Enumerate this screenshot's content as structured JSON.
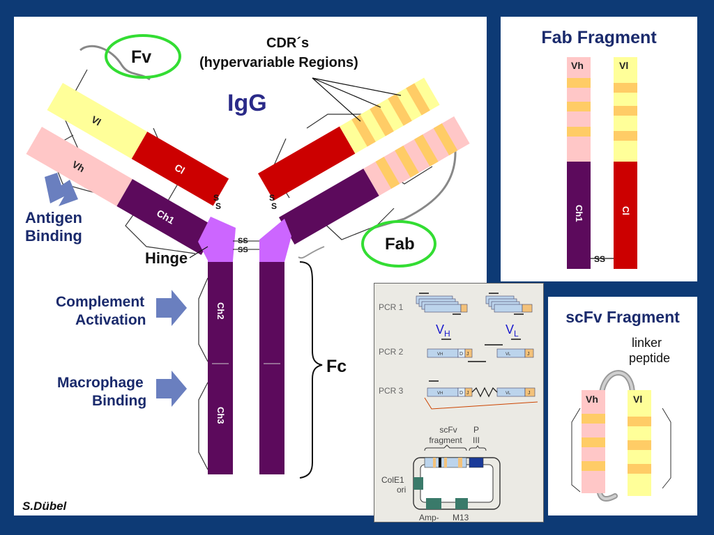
{
  "igg": {
    "title": "IgG",
    "fv": "Fv",
    "cdr_line1": "CDR´s",
    "cdr_line2": "(hypervariable Regions)",
    "vl": "Vl",
    "vh": "Vh",
    "cl": "Cl",
    "ch1": "Ch1",
    "ch2": "Ch2",
    "ch3": "Ch3",
    "ss": "S",
    "ss_h": "SS",
    "antigen_line1": "Antigen",
    "antigen_line2": "Binding",
    "hinge": "Hinge",
    "complement_line1": "Complement",
    "complement_line2": "Activation",
    "macrophage_line1": "Macrophage",
    "macrophage_line2": "Binding",
    "fab": "Fab",
    "fc": "Fc",
    "author": "S.Dübel"
  },
  "fab_fragment": {
    "title": "Fab Fragment",
    "vh": "Vh",
    "vl": "Vl",
    "ch1": "Ch1",
    "cl": "Cl",
    "ss": "SS"
  },
  "pcr": {
    "pcr1": "PCR 1",
    "pcr2": "PCR 2",
    "pcr3": "PCR 3",
    "vh_main": "V",
    "vh_sub": "H",
    "vl_main": "V",
    "vl_sub": "L",
    "vh_small": "VH",
    "vl_small": "VL",
    "d": "D",
    "j": "J",
    "scfv_line1": "scFv",
    "scfv_line2": "fragment",
    "p_line1": "P",
    "p_line2": "III",
    "cole1_line1": "ColE1",
    "cole1_line2": "ori",
    "amp": "Amp-",
    "m13": "M13"
  },
  "scfv_fragment": {
    "title": "scFv Fragment",
    "linker_line1": "linker",
    "linker_line2": "peptide",
    "vh": "Vh",
    "vl": "Vl"
  },
  "colors": {
    "background": "#0d3a75",
    "variable_light": "#ffff99",
    "variable_heavy": "#ffc7c7",
    "cdr": "#ffcc66",
    "constant_light": "#cc0000",
    "constant_heavy": "#5c0a5c",
    "hinge": "#cc66ff",
    "circle": "#33dd33"
  }
}
